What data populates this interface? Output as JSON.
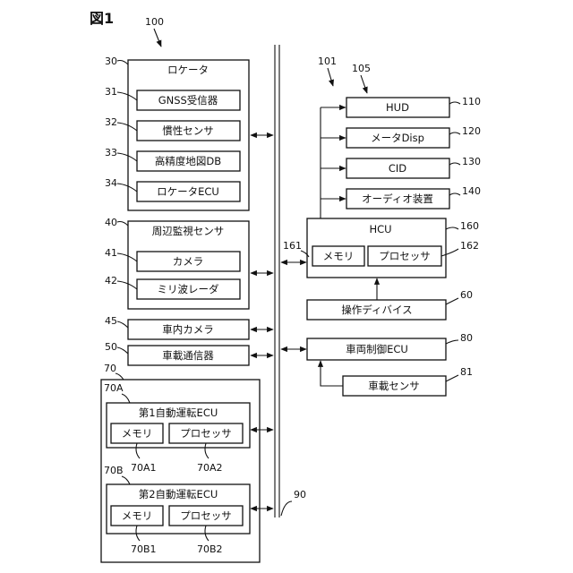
{
  "figure": {
    "title": "図1"
  },
  "refs": {
    "r100": "100",
    "r101": "101",
    "r105": "105",
    "r30": "30",
    "r31": "31",
    "r32": "32",
    "r33": "33",
    "r34": "34",
    "r40": "40",
    "r41": "41",
    "r42": "42",
    "r45": "45",
    "r50": "50",
    "r70": "70",
    "r70a": "70A",
    "r70b": "70B",
    "r70a1": "70A1",
    "r70a2": "70A2",
    "r70b1": "70B1",
    "r70b2": "70B2",
    "r90": "90",
    "r110": "110",
    "r120": "120",
    "r130": "130",
    "r140": "140",
    "r160": "160",
    "r161": "161",
    "r162": "162",
    "r60": "60",
    "r80": "80",
    "r81": "81"
  },
  "locator": {
    "title": "ロケータ",
    "gnss": "GNSS受信器",
    "inertial": "慣性センサ",
    "hdmap": "高精度地図DB",
    "ecu": "ロケータECU"
  },
  "perimeter": {
    "title": "周辺監視センサ",
    "camera": "カメラ",
    "radar": "ミリ波レーダ"
  },
  "in_cabin_camera": "車内カメラ",
  "comm_device": "車載通信器",
  "ecu_a": {
    "title": "第1自動運転ECU",
    "memory": "メモリ",
    "processor": "プロセッサ"
  },
  "ecu_b": {
    "title": "第2自動運転ECU",
    "memory": "メモリ",
    "processor": "プロセッサ"
  },
  "hmi": {
    "hud": "HUD",
    "meter": "メータDisp",
    "cid": "CID",
    "audio": "オーディオ装置"
  },
  "hcu": {
    "title": "HCU",
    "memory": "メモリ",
    "processor": "プロセッサ"
  },
  "operation_device": "操作ディバイス",
  "vehicle_ecu": "車両制御ECU",
  "vehicle_sensor": "車載センサ"
}
